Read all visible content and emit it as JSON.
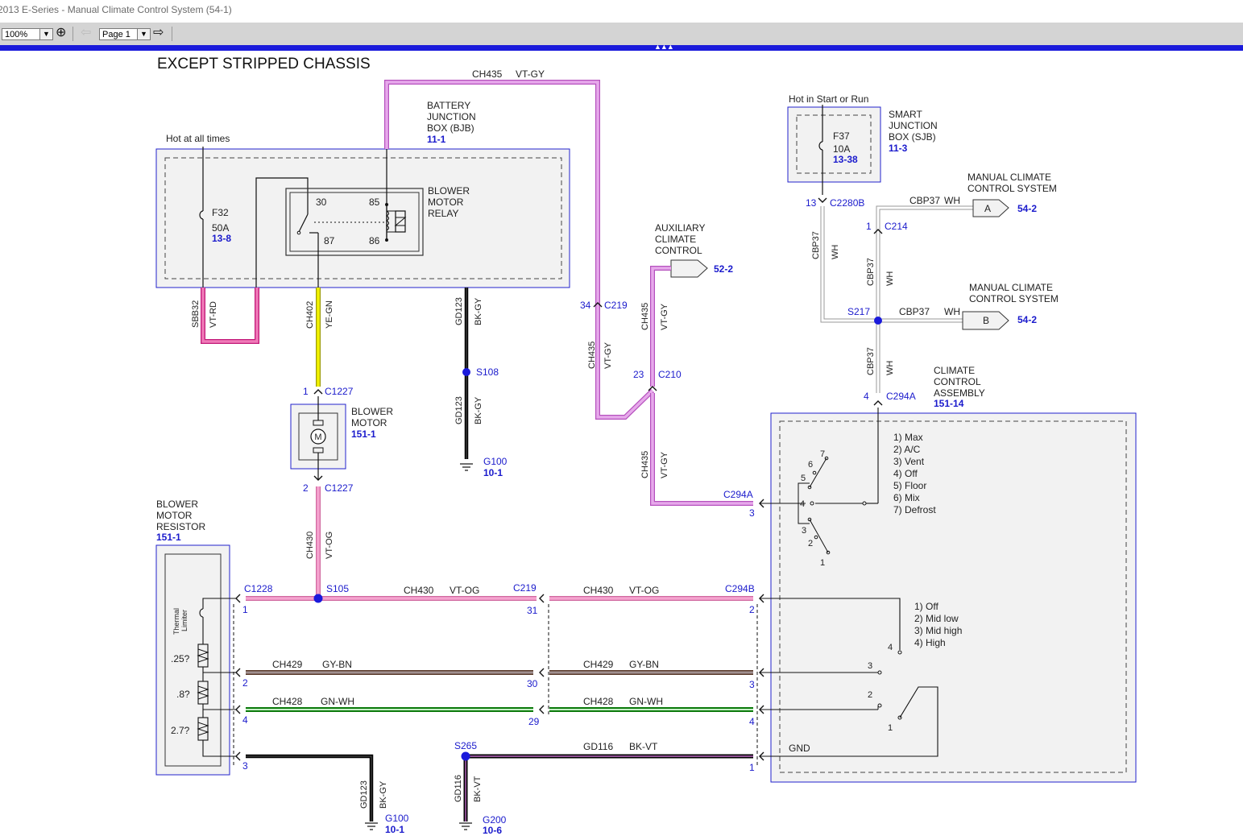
{
  "window": {
    "title": "2013 E-Series - Manual Climate Control System (54-1)"
  },
  "toolbar": {
    "zoom_value": "100%",
    "page_value": "Page 1"
  },
  "colors": {
    "accent_blue": "#1a1adb",
    "link_blue": "#1a1acc",
    "wire_vt_gy": "#d17fd6",
    "wire_vt_rd": "#e0479a",
    "wire_ye_gn": "#e8e800",
    "wire_vt_og": "#f08fc4",
    "wire_gy_bn": "#8a6a5a",
    "wire_gn_wh": "#18a018",
    "wire_bk": "#111111",
    "box_fill": "#f2f2f2"
  },
  "diagram": {
    "title": "EXCEPT STRIPPED CHASSIS",
    "bjb": {
      "label1": "BATTERY",
      "label2": "JUNCTION",
      "label3": "BOX (BJB)",
      "ref": "11-1",
      "hot": "Hot at all times",
      "fuse": "F32",
      "fuse_amp": "50A",
      "fuse_ref": "13-8"
    },
    "relay": {
      "l1": "BLOWER",
      "l2": "MOTOR",
      "l3": "RELAY",
      "p30": "30",
      "p85": "85",
      "p87": "87",
      "p86": "86"
    },
    "sjb": {
      "hot": "Hot in Start or Run",
      "l1": "SMART",
      "l2": "JUNCTION",
      "l3": "BOX (SJB)",
      "ref": "11-3",
      "fuse": "F37",
      "fuse_amp": "10A",
      "fuse_ref": "13-38"
    },
    "wires": {
      "ch435": "CH435",
      "vt_gy": "VT-GY",
      "sbb32": "SBB32",
      "vt_rd": "VT-RD",
      "ch402": "CH402",
      "ye_gn": "YE-GN",
      "gd123": "GD123",
      "bk_gy": "BK-GY",
      "ch430": "CH430",
      "vt_og": "VT-OG",
      "ch429": "CH429",
      "gy_bn": "GY-BN",
      "ch428": "CH428",
      "gn_wh": "GN-WH",
      "gd116": "GD116",
      "bk_vt": "BK-VT",
      "cbp37": "CBP37",
      "wh": "WH"
    },
    "connectors": {
      "c1227": "C1227",
      "c219": "C219",
      "c210": "C210",
      "c2280b": "C2280B",
      "c214": "C214",
      "c294a": "C294A",
      "c294b": "C294B",
      "c1228": "C1228",
      "s105": "S105",
      "s108": "S108",
      "s217": "S217",
      "s265": "S265"
    },
    "pins": {
      "p1": "1",
      "p2": "2",
      "p3": "3",
      "p4": "4",
      "p13": "13",
      "p23": "23",
      "p29": "29",
      "p30": "30",
      "p31": "31",
      "p34": "34",
      "p5": "5",
      "p6": "6",
      "p7": "7"
    },
    "grounds": {
      "g100": "G100",
      "g100_ref": "10-1",
      "g200": "G200",
      "g200_ref": "10-6"
    },
    "aux": {
      "l1": "AUXILIARY",
      "l2": "CLIMATE",
      "l3": "CONTROL",
      "ref": "52-2"
    },
    "mccs": {
      "l1": "MANUAL CLIMATE",
      "l2": "CONTROL SYSTEM",
      "ref": "54-2",
      "a": "A",
      "b": "B"
    },
    "blower_motor": {
      "l1": "BLOWER",
      "l2": "MOTOR",
      "ref": "151-1",
      "symbol": "M"
    },
    "resistor": {
      "l1": "BLOWER",
      "l2": "MOTOR",
      "l3": "RESISTOR",
      "ref": "151-1",
      "thermal1": "Thermal",
      "thermal2": "Limiter",
      "r1": ".25?",
      "r2": ".8?",
      "r3": "2.7?"
    },
    "cca": {
      "l1": "CLIMATE",
      "l2": "CONTROL",
      "l3": "ASSEMBLY",
      "ref": "151-14",
      "modes": [
        "1) Max",
        "2) A/C",
        "3) Vent",
        "4) Off",
        "5) Floor",
        "6) Mix",
        "7) Defrost"
      ],
      "speeds": [
        "1) Off",
        "2) Mid low",
        "3) Mid high",
        "4) High"
      ],
      "gnd": "GND"
    }
  }
}
